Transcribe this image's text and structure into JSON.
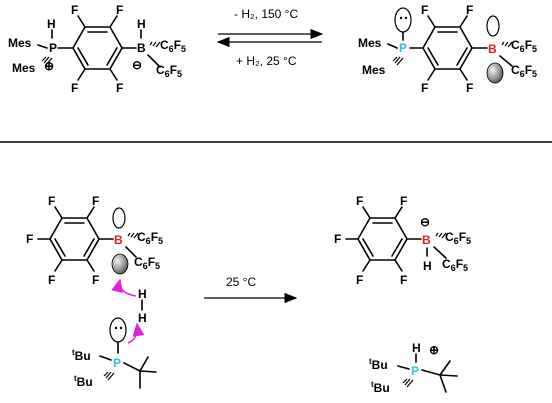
{
  "reaction1": {
    "forward": "- H₂, 150 °C",
    "reverse": "+ H₂, 25 °C"
  },
  "reaction2": {
    "conditions": "25 °C"
  },
  "atoms": {
    "F": "F",
    "H": "H",
    "P": "P",
    "B": "B",
    "Mes": "Mes",
    "C": "C",
    "six": "6",
    "five": "5",
    "Bu": "Bu",
    "t": "t",
    "plus": "⊕",
    "minus": "⊖"
  },
  "colors": {
    "phosphorus": "#2ec4dc",
    "boron": "#e02020",
    "curved_arrow": "#e020e0",
    "lobe_fill": "#888888"
  }
}
